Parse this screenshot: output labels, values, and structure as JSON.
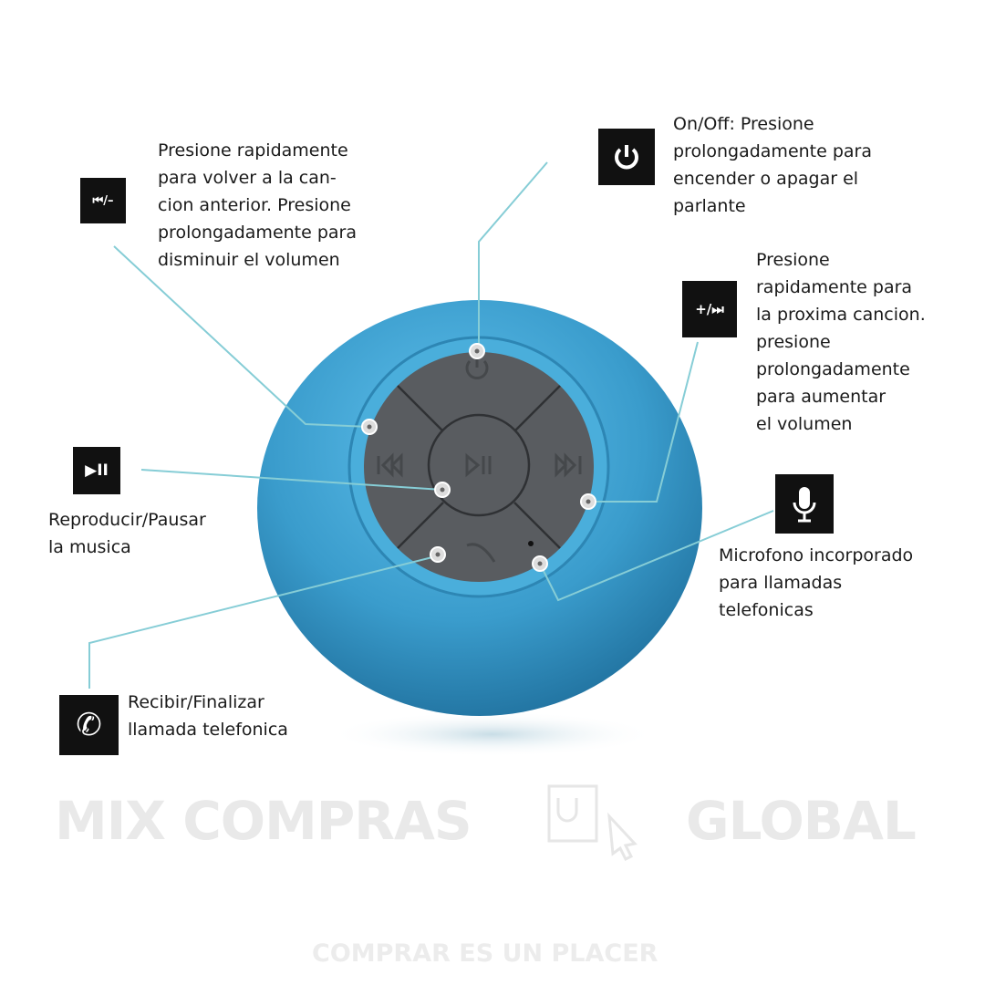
{
  "callouts": {
    "prev": {
      "icon_label": "⏮/–",
      "lines": [
        "Presione rapidamente",
        "para volver a la can-",
        "cion anterior. Presione",
        "prolongadamente para",
        "disminuir el volumen"
      ]
    },
    "power": {
      "lines": [
        "On/Off: Presione",
        "prolongadamente para",
        "encender o apagar el",
        "parlante"
      ]
    },
    "next": {
      "icon_label": "+/⏭",
      "lines": [
        "Presione",
        "rapidamente para",
        "la proxima cancion.",
        "presione",
        "prolongadamente",
        "para aumentar",
        "el volumen"
      ]
    },
    "play": {
      "icon_label": "▶II",
      "lines": [
        "Reproducir/Pausar",
        "la musica"
      ]
    },
    "mic": {
      "lines": [
        "Microfono incorporado",
        "para llamadas",
        "telefonicas"
      ]
    },
    "phone": {
      "lines": [
        "Recibir/Finalizar",
        "llamada telefonica"
      ]
    }
  },
  "watermark": {
    "brand_left": "MIX COMPRAS",
    "brand_right": "GLOBAL",
    "slogan": "COMPRAR ES UN PLACER"
  },
  "colors": {
    "speaker": "#3a9ccc",
    "panel": "#55585c",
    "leader": "#86cdd6"
  }
}
